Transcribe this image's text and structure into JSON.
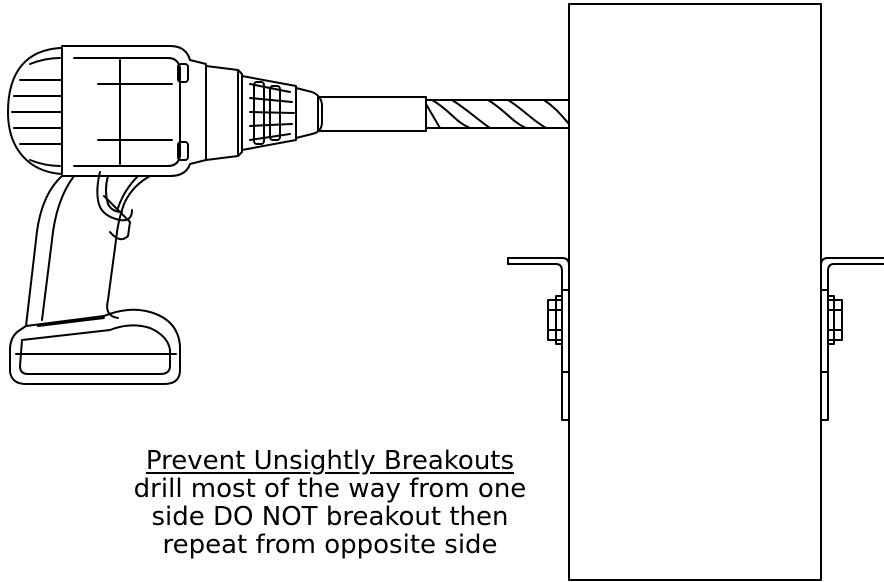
{
  "caption": {
    "title": "Prevent Unsightly Breakouts",
    "lines": [
      "drill most of the way from one",
      "side DO NOT breakout then",
      "repeat from opposite side"
    ]
  },
  "colors": {
    "line": "#000000",
    "background": "#ffffff"
  },
  "icons": [
    "cordless-drill-icon",
    "drill-bit-icon",
    "wooden-post-icon",
    "bracket-icon",
    "bolt-icon"
  ]
}
